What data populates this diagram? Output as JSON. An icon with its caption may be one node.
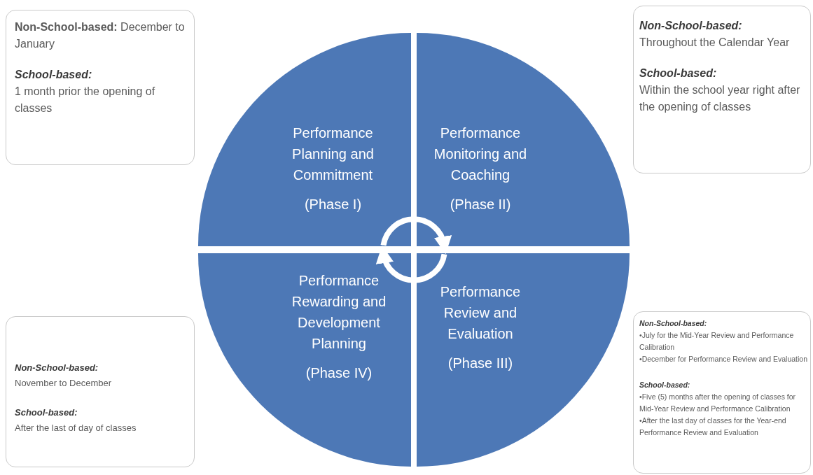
{
  "diagram": {
    "nodes": [
      {
        "text": [
          "**Non-School-based:** December to January",
          "School-based:",
          "1 month prior the opening of classes"
        ]
      },
      {
        "text": [
          "Non-School-based:",
          "Throughout the Calendar Year",
          "School-based:",
          "Within the school year right after the opening of classes"
        ]
      },
      {
        "text": [
          "Performance Planning and Commitment",
          "(Phase I)"
        ]
      },
      {
        "text": [
          "Performance Monitoring and Coaching",
          "(Phase II)"
        ]
      },
      {
        "text": [
          "Performance Rewarding and Development Planning",
          "(Phase IV)"
        ]
      },
      {
        "text": [
          "Performance Review and Evaluation",
          "(Phase III)"
        ]
      },
      {
        "text": [
          "Non-School-based:",
          "November to December",
          "School-based:",
          "After the last of day of classes"
        ]
      },
      {
        "text": [
          "Non-School-based:",
          "•July for the Mid-Year Review and Performance Calibration",
          "•December for Performance Review and Evaluation",
          "School-based:",
          "•Five (5) months after the opening of classes for Mid-Year Review and Performance Calibration",
          "•After the last day of classes for the Year-end Performance Review and Evaluation"
        ]
      }
    ],
    "edges": [
      {
        "from": 2,
        "to": 3,
        "arrow": "to"
      },
      {
        "from": 5,
        "to": 4,
        "arrow": "to"
      }
    ]
  }
}
